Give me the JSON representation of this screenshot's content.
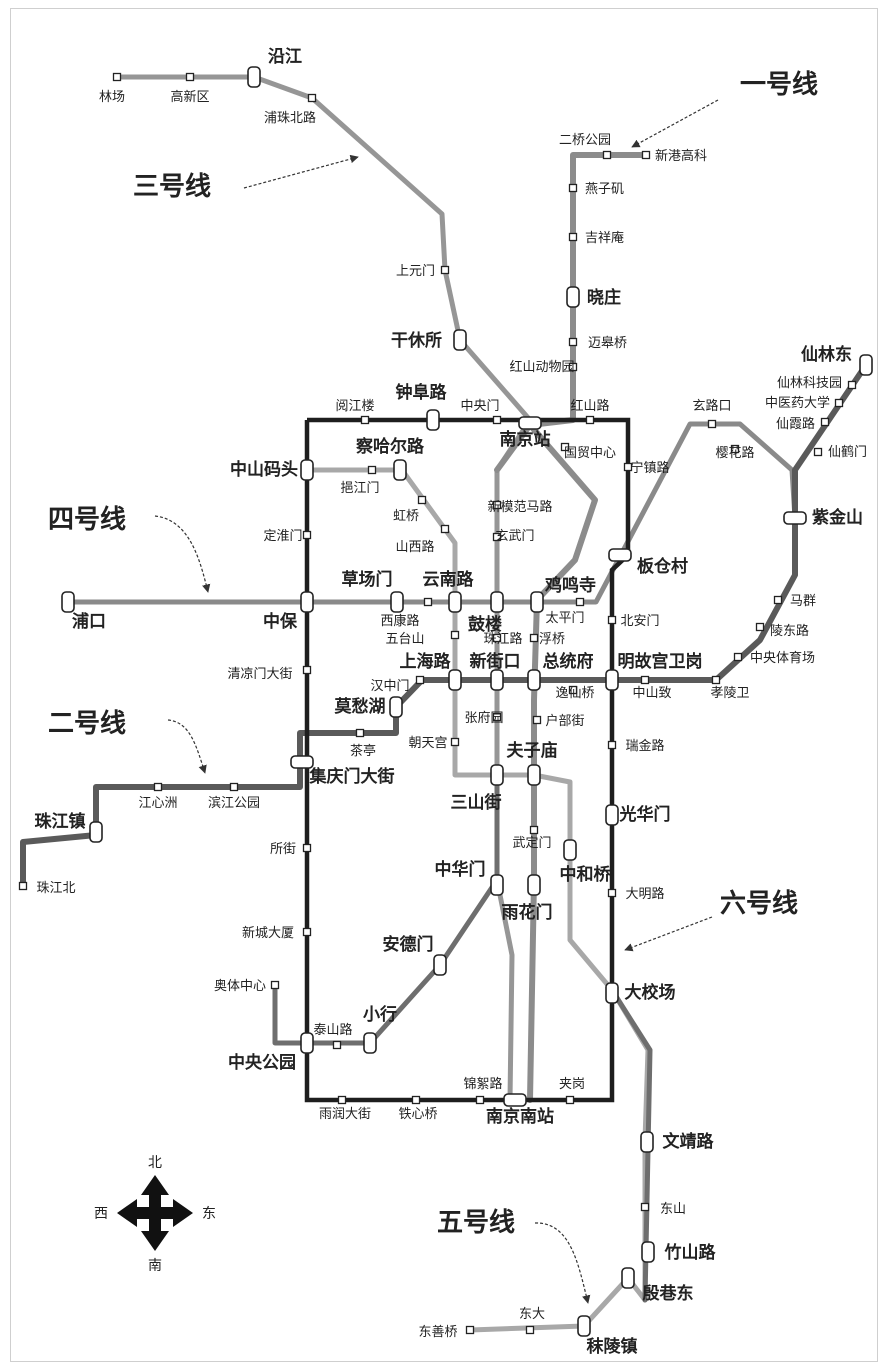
{
  "colors": {
    "line1": "#8c8c8c",
    "line2": "#5a5a5a",
    "line3": "#969696",
    "line4": "#8a8a8a",
    "line5": "#a8a8a8",
    "line6": "#6e6e6e",
    "loop": "#1e1e1e",
    "arrow": "#333333"
  },
  "line_labels": {
    "line1": "一号线",
    "line2": "二号线",
    "line3": "三号线",
    "line4": "四号线",
    "line5": "五号线",
    "line6": "六号线"
  },
  "compass": {
    "north": "北",
    "south": "南",
    "east": "东",
    "west": "西"
  },
  "stations": {
    "linchang": "林场",
    "gaoxinqu": "高新区",
    "yanjiang": "沿江",
    "pubeilu": "浦珠北路",
    "ershigongyuan": "二桥公园",
    "xingangkeji": "新港高科",
    "yanziji": "燕子矶",
    "jixiang": "吉祥庵",
    "xiaozhuang": "晓庄",
    "maigaoqiao": "迈皋桥",
    "hongshan_zoo": "红山动物园",
    "shangyuanmen": "上元门",
    "ganxiusuo": "干休所",
    "yuejianglou": "阅江楼",
    "zhongfulu": "钟阜路",
    "zhongyangmen": "中央门",
    "hongshanlu": "红山路",
    "nanjingzhan": "南京站",
    "guomaozhongxin": "国贸中心",
    "ningxulu": "宁镇路",
    "xuanlukou": "玄路口",
    "yinghualu": "樱花路",
    "xianlindong": "仙林东",
    "xianlinkejiyuan": "仙林科技园",
    "zhongyiyaodaxue": "中医药大学",
    "xianyinglu": "仙霞路",
    "xianhemen": "仙鹤门",
    "zijinshan": "紫金山",
    "maqun": "马群",
    "lingdonglu": "陵东路",
    "zhongyangtiyuchang": "中央体育场",
    "zhongshanmatou": "中山码头",
    "chahaerlu": "察哈尔路",
    "baojiangmen": "挹江门",
    "hongqiao": "虹桥",
    "shanxilu": "山西路",
    "xinmofanmalu": "新模范马路",
    "xuanwumen": "玄武门",
    "dinghuaimen": "定淮门",
    "banqiaocun": "板仓村",
    "caochangmen": "草场门",
    "yunnanlu": "云南路",
    "jimingsi": "鸡鸣寺",
    "pukou": "浦口",
    "zhongbao": "中保",
    "xikanglu": "西康路",
    "wutaishan": "五台山",
    "gulou": "鼓楼",
    "zhuoyuanlu": "珠江路",
    "taipingmen": "太平门",
    "beianmen": "北安门",
    "fuqiao": "浮桥",
    "qingliangmendajie": "清凉门大街",
    "hanzhongmen": "汉中门",
    "shanghailu": "上海路",
    "xinjiekou": "新街口",
    "zongtongfu": "总统府",
    "minggugongnei": "明故宫卫岗",
    "mochouhu": "莫愁湖",
    "yixianqiao": "逸仙桥",
    "zhongshanmen": "中山致",
    "xiaolingwei": "孝陵卫",
    "zhangfuyuan": "张府园",
    "hubujie": "户部街",
    "chaotiangong": "朝天宫",
    "chaxie": "茶亭",
    "jiqingmendajie": "集庆门大街",
    "fuzimiao": "夫子庙",
    "ruijinlu": "瑞金路",
    "zhujiangzhen": "珠江镇",
    "jiangxinzhou": "江心洲",
    "binjianggongyuan": "滨江公园",
    "sanshanjie": "三山街",
    "guanghuamen": "光华门",
    "zhujiangbei": "珠江北",
    "suojie": "所街",
    "wudingmen": "武定门",
    "zhonghuamen": "中华门",
    "zhonghemen": "中和桥",
    "damingLu": "大明路",
    "xinchengdasha": "新城大厦",
    "yuhuamen": "雨花门",
    "andemen": "安德门",
    "aotizhongxin": "奥体中心",
    "xiaohang": "小行",
    "taishanlu": "泰山路",
    "dajiaochang": "大校场",
    "zhongyanggongyuan": "中央公园",
    "jinxianglu": "锦絮路",
    "jiamen": "夹岗",
    "yuhedajie": "雨润大街",
    "tiexinqiao": "铁心桥",
    "nanjingnanzhan": "南京南站",
    "wenjinglu": "文靖路",
    "dongshan": "东山",
    "zhushanlu": "竹山路",
    "yinxiangdong": "殷巷东",
    "dongdaqiao": "东善桥",
    "dongda": "东大",
    "molingzhen": "秣陵镇"
  }
}
